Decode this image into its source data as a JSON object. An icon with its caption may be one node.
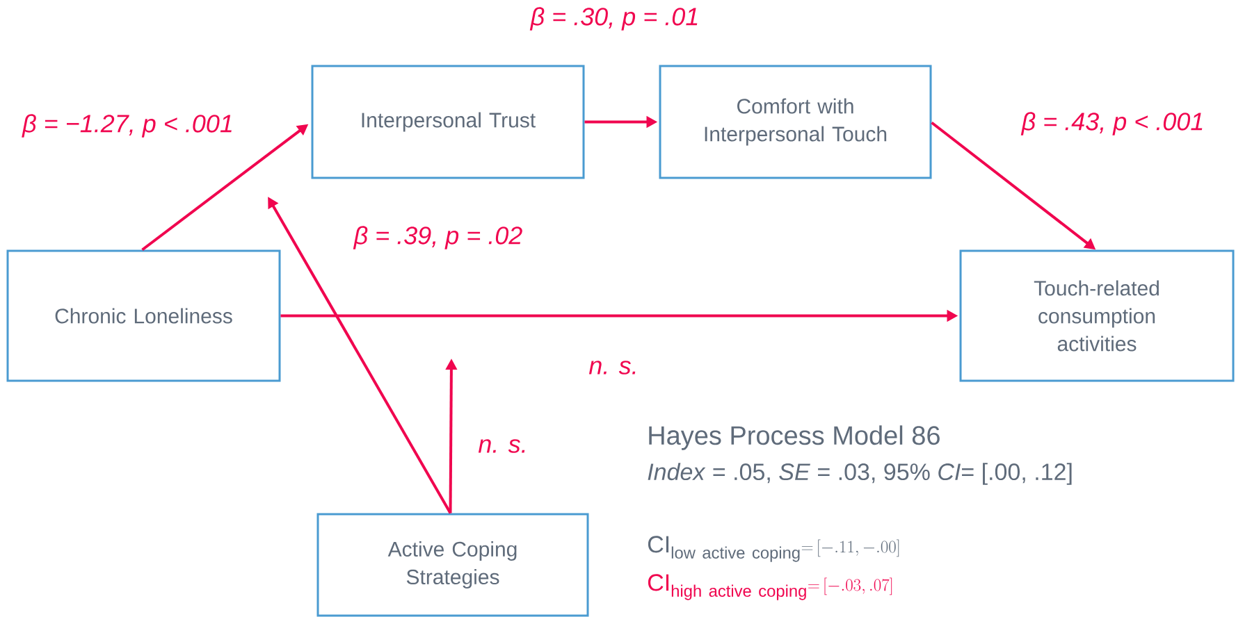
{
  "diagram": {
    "nodes": [
      {
        "text": [
          "Chronic Loneliness"
        ]
      },
      {
        "text": [
          "Interpersonal Trust"
        ]
      },
      {
        "text": [
          "Comfort with Interpersonal Touch"
        ]
      },
      {
        "text": [
          "Touch-related consumption activities"
        ]
      },
      {
        "text": [
          "Active Coping Strategies"
        ]
      }
    ],
    "edges": [
      {
        "from": 0,
        "to": 1,
        "arrow": "to",
        "label": "β = −1.27, p < .001"
      },
      {
        "from": 1,
        "to": 2,
        "arrow": "to",
        "label": "β = .30, p = .01"
      },
      {
        "from": 2,
        "to": 3,
        "arrow": "to",
        "label": "β = .43, p < .001"
      },
      {
        "from": 0,
        "to": 3,
        "arrow": "to",
        "label": "n. s."
      },
      {
        "from": 4,
        "to": null,
        "arrow": "to",
        "label": "β = .39, p = .02"
      },
      {
        "from": 4,
        "to": null,
        "arrow": "to",
        "label": "n. s."
      }
    ],
    "labels": [
      "Hayes Process Model 86",
      "*Index* = .05, *SE* = .03, 95% *CI*= [.00, .12]",
      "\\mathrm{CI}_{\\mathrm{low\\ active\\ coping}}{=}\\,[-.11, -.00]",
      "\\mathrm{CI}_{\\mathrm{high\\ active\\ coping}}{=}\\,[-.03, .07]"
    ]
  }
}
